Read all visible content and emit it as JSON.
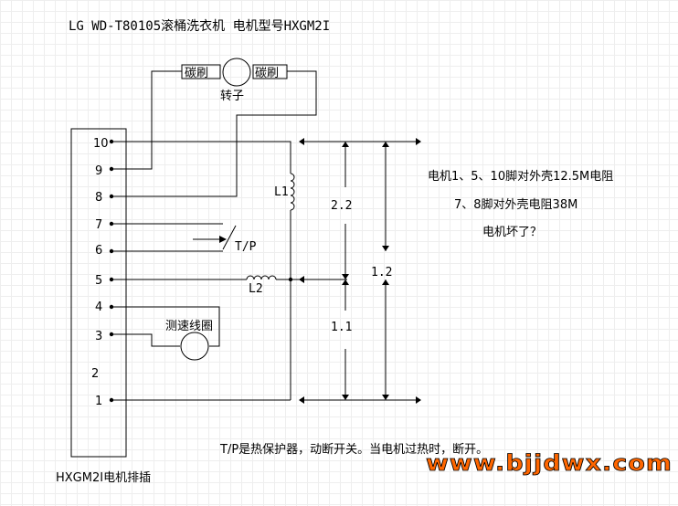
{
  "title": "LG WD-T80105滚桶洗衣机  电机型号HXGM2I",
  "connector_label": "HXGM2I电机排插",
  "pins": [
    "10",
    "9",
    "8",
    "7",
    "6",
    "5",
    "4",
    "3",
    "2",
    "1"
  ],
  "brush_left": "碳刷",
  "brush_right": "碳刷",
  "rotor_label": "转子",
  "coil_l1": "L1",
  "coil_l2": "L2",
  "thermal_label": "T/P",
  "tacho_label": "测速线圈",
  "measurements": {
    "upper": "2.2",
    "lower": "1.1",
    "total": "1.2"
  },
  "notes": {
    "line1": "电机1、5、10脚对外壳12.5M电阻",
    "line2": "7、8脚对外壳电阻38M",
    "line3": "电机坏了？"
  },
  "footnote": "T/P是热保护器，动断开关。当电机过热时，断开。",
  "watermark": "www.bjjdwx.com",
  "colors": {
    "line": "#000000",
    "watermark_fill": "#ff6600",
    "watermark_stroke": "#000000"
  }
}
